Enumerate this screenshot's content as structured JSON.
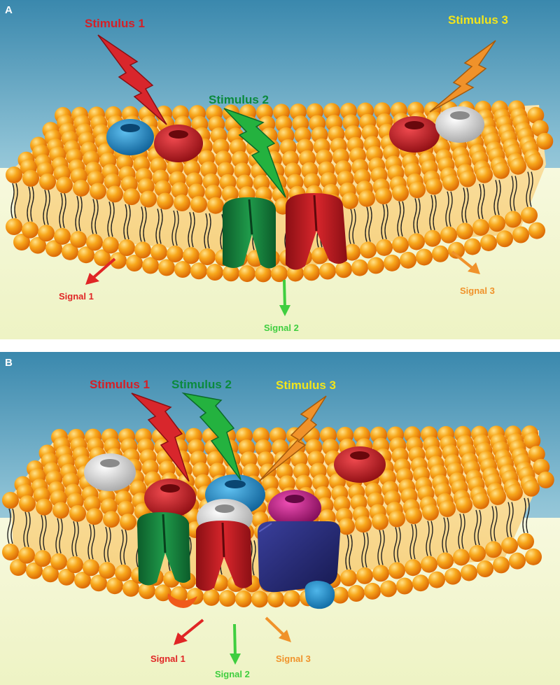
{
  "panels": [
    {
      "letter": "A",
      "stimuli": [
        {
          "label": "Stimulus 1",
          "color": "#d42027"
        },
        {
          "label": "Stimulus 2",
          "color": "#0b8a3e"
        },
        {
          "label": "Stimulus 3",
          "color": "#f2e51b"
        }
      ],
      "signals": [
        {
          "label": "Signal 1",
          "color": "#e02525"
        },
        {
          "label": "Signal 2",
          "color": "#3fce3f"
        },
        {
          "label": "Signal 3",
          "color": "#f0922a"
        }
      ]
    },
    {
      "letter": "B",
      "stimuli": [
        {
          "label": "Stimulus 1",
          "color": "#d42027"
        },
        {
          "label": "Stimulus 2",
          "color": "#0b8a3e"
        },
        {
          "label": "Stimulus 3",
          "color": "#f2e51b"
        }
      ],
      "signals": [
        {
          "label": "Signal 1",
          "color": "#e02525"
        },
        {
          "label": "Signal 2",
          "color": "#3fce3f"
        },
        {
          "label": "Signal 3",
          "color": "#f0922a"
        }
      ]
    }
  ],
  "colors": {
    "sky_top": "#3f8fb3",
    "sky_bottom": "#eaf4f4",
    "ground": "#f2f6cf",
    "lipid": "#f7a51c",
    "receptor_red": "#c8161d",
    "receptor_blue": "#1c88c9",
    "receptor_white": "#dcdcdc",
    "receptor_magenta": "#c01c86",
    "channel_green": "#137a3a",
    "channel_red": "#b81a20",
    "complex_navy": "#232876"
  }
}
